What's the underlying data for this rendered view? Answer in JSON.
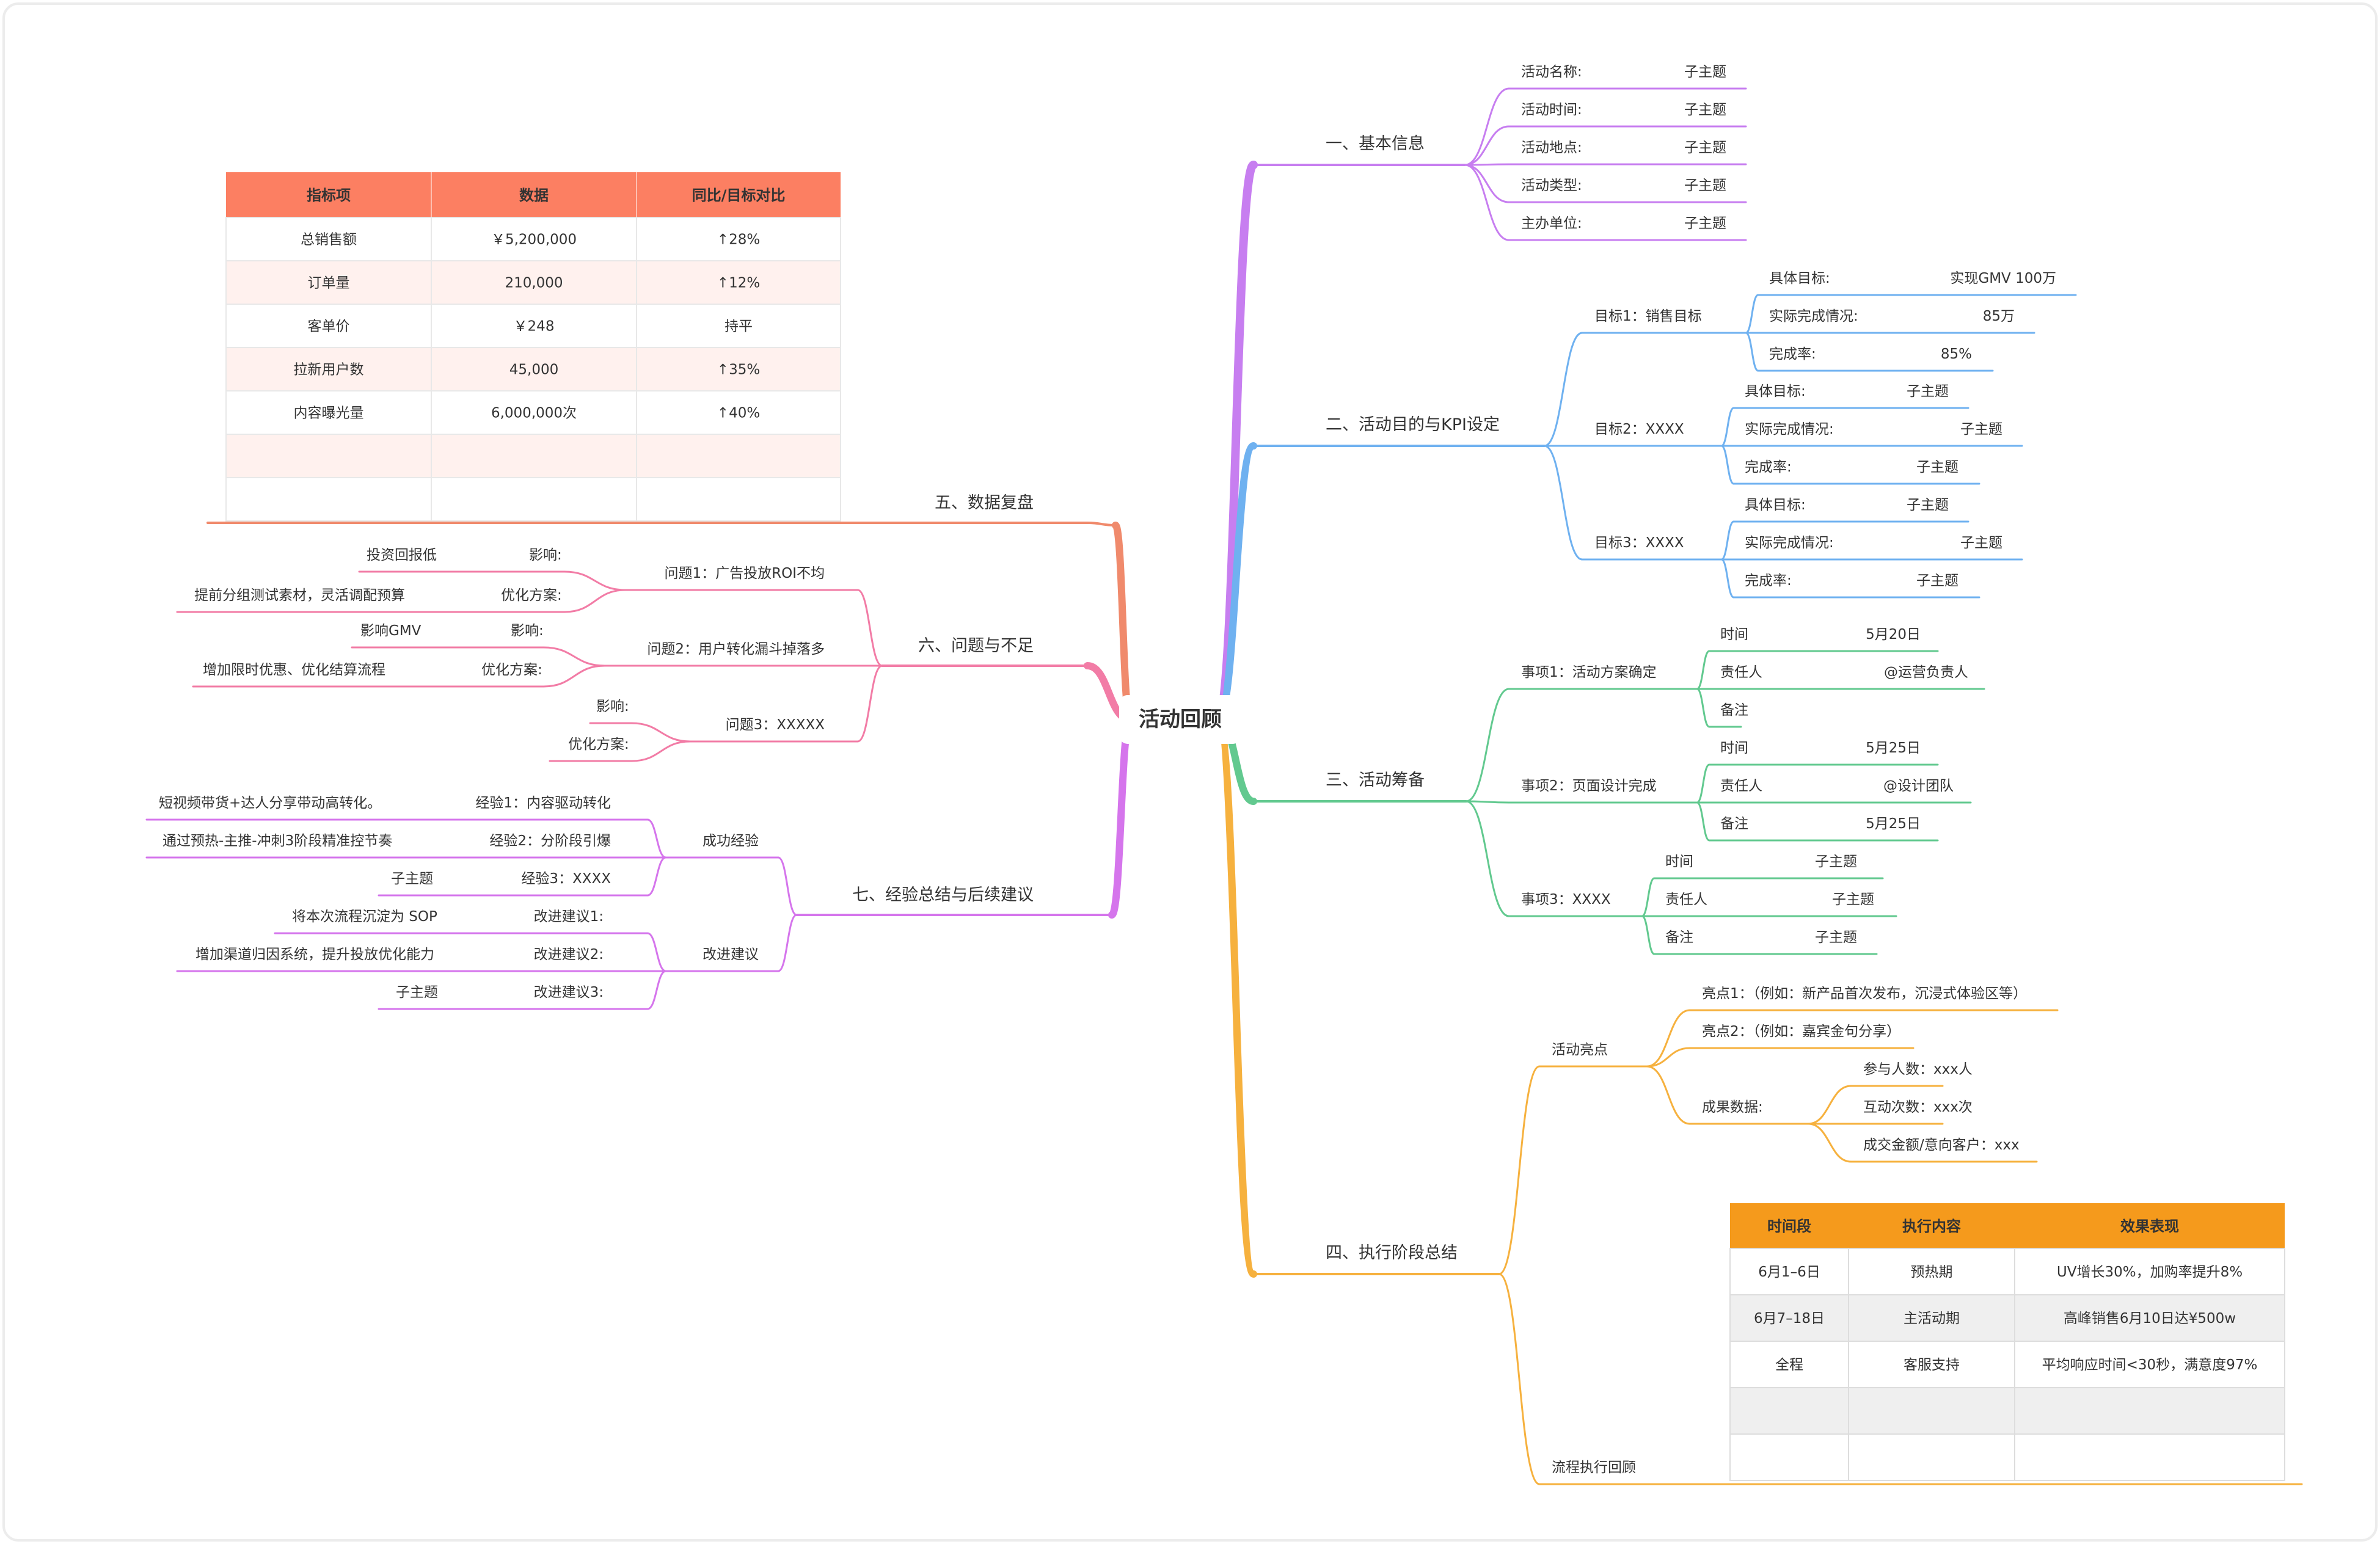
{
  "root": {
    "label": "活动回顾"
  },
  "branches": {
    "basic": {
      "label": "一、基本信息",
      "color": "#c77ef0",
      "items": [
        {
          "label": "活动名称:",
          "value": "子主题"
        },
        {
          "label": "活动时间:",
          "value": "子主题"
        },
        {
          "label": "活动地点:",
          "value": "子主题"
        },
        {
          "label": "活动类型:",
          "value": "子主题"
        },
        {
          "label": "主办单位:",
          "value": "子主题"
        }
      ]
    },
    "kpi": {
      "label": "二、活动目的与KPI设定",
      "color": "#6fb1f0",
      "goals": [
        {
          "label": "目标1：销售目标",
          "items": [
            {
              "label": "具体目标:",
              "value": "实现GMV 100万"
            },
            {
              "label": "实际完成情况:",
              "value": "85万"
            },
            {
              "label": "完成率:",
              "value": "85%"
            }
          ]
        },
        {
          "label": "目标2：XXXX",
          "items": [
            {
              "label": "具体目标:",
              "value": "子主题"
            },
            {
              "label": "实际完成情况:",
              "value": "子主题"
            },
            {
              "label": "完成率:",
              "value": "子主题"
            }
          ]
        },
        {
          "label": "目标3：XXXX",
          "items": [
            {
              "label": "具体目标:",
              "value": "子主题"
            },
            {
              "label": "实际完成情况:",
              "value": "子主题"
            },
            {
              "label": "完成率:",
              "value": "子主题"
            }
          ]
        }
      ]
    },
    "prep": {
      "label": "三、活动筹备",
      "color": "#62c98f",
      "tasks": [
        {
          "label": "事项1：活动方案确定",
          "items": [
            {
              "label": "时间",
              "value": "5月20日"
            },
            {
              "label": "责任人",
              "value": "@运营负责人"
            },
            {
              "label": "备注",
              "value": ""
            }
          ]
        },
        {
          "label": "事项2：页面设计完成",
          "items": [
            {
              "label": "时间",
              "value": "5月25日"
            },
            {
              "label": "责任人",
              "value": "@设计团队"
            },
            {
              "label": "备注",
              "value": "5月25日"
            }
          ]
        },
        {
          "label": "事项3：XXXX",
          "items": [
            {
              "label": "时间",
              "value": "子主题"
            },
            {
              "label": "责任人",
              "value": "子主题"
            },
            {
              "label": "备注",
              "value": "子主题"
            }
          ]
        }
      ]
    },
    "exec": {
      "label": "四、执行阶段总结",
      "color": "#f6b13e",
      "highlights": {
        "label": "活动亮点",
        "h1": "亮点1：（例如：新产品首次发布，沉浸式体验区等）",
        "h2": "亮点2：（例如：嘉宾金句分享）",
        "result": {
          "label": "成果数据:",
          "items": [
            "参与人数：xxx人",
            "互动次数：xxx次",
            "成交金额/意向客户：xxx"
          ]
        }
      },
      "process_label": "流程执行回顾",
      "table": {
        "headers": [
          "时间段",
          "执行内容",
          "效果表现"
        ],
        "rows": [
          [
            "6月1–6日",
            "预热期",
            "UV增长30%，加购率提升8%"
          ],
          [
            "6月7–18日",
            "主活动期",
            "高峰销售6月10日达¥500w"
          ],
          [
            "全程",
            "客服支持",
            "平均响应时间<30秒，满意度97%"
          ],
          [
            "",
            "",
            ""
          ],
          [
            "",
            "",
            ""
          ]
        ]
      }
    },
    "data": {
      "label": "五、数据复盘",
      "color": "#f08a6c",
      "table": {
        "headers": [
          "指标项",
          "数据",
          "同比/目标对比"
        ],
        "rows": [
          [
            "总销售额",
            "￥5,200,000",
            "↑28%"
          ],
          [
            "订单量",
            "210,000",
            "↑12%"
          ],
          [
            "客单价",
            "￥248",
            "持平"
          ],
          [
            "拉新用户数",
            "45,000",
            "↑35%"
          ],
          [
            "内容曝光量",
            "6,000,000次",
            "↑40%"
          ],
          [
            "",
            "",
            ""
          ],
          [
            "",
            "",
            ""
          ]
        ]
      }
    },
    "issues": {
      "label": "六、问题与不足",
      "color": "#f27ca6",
      "problems": [
        {
          "label": "问题1：广告投放ROI不均",
          "items": [
            {
              "label": "影响:",
              "value": "投资回报低"
            },
            {
              "label": "优化方案:",
              "value": "提前分组测试素材，灵活调配预算"
            }
          ]
        },
        {
          "label": "问题2：用户转化漏斗掉落多",
          "items": [
            {
              "label": "影响:",
              "value": "影响GMV"
            },
            {
              "label": "优化方案:",
              "value": "增加限时优惠、优化结算流程"
            }
          ]
        },
        {
          "label": "问题3：XXXXX",
          "items": [
            {
              "label": "影响:",
              "value": ""
            },
            {
              "label": "优化方案:",
              "value": ""
            }
          ]
        }
      ]
    },
    "summary": {
      "label": "七、经验总结与后续建议",
      "color": "#d575ec",
      "success": {
        "label": "成功经验",
        "items": [
          {
            "label": "经验1：内容驱动转化",
            "value": "短视频带货+达人分享带动高转化。"
          },
          {
            "label": "经验2：分阶段引爆",
            "value": "通过预热-主推-冲刺3阶段精准控节奏"
          },
          {
            "label": "经验3：XXXX",
            "value": "子主题"
          }
        ]
      },
      "advice": {
        "label": "改进建议",
        "items": [
          {
            "label": "改进建议1:",
            "value": "将本次流程沉淀为 SOP"
          },
          {
            "label": "改进建议2:",
            "value": "增加渠道归因系统，提升投放优化能力"
          },
          {
            "label": "改进建议3:",
            "value": "子主题"
          }
        ]
      }
    }
  }
}
